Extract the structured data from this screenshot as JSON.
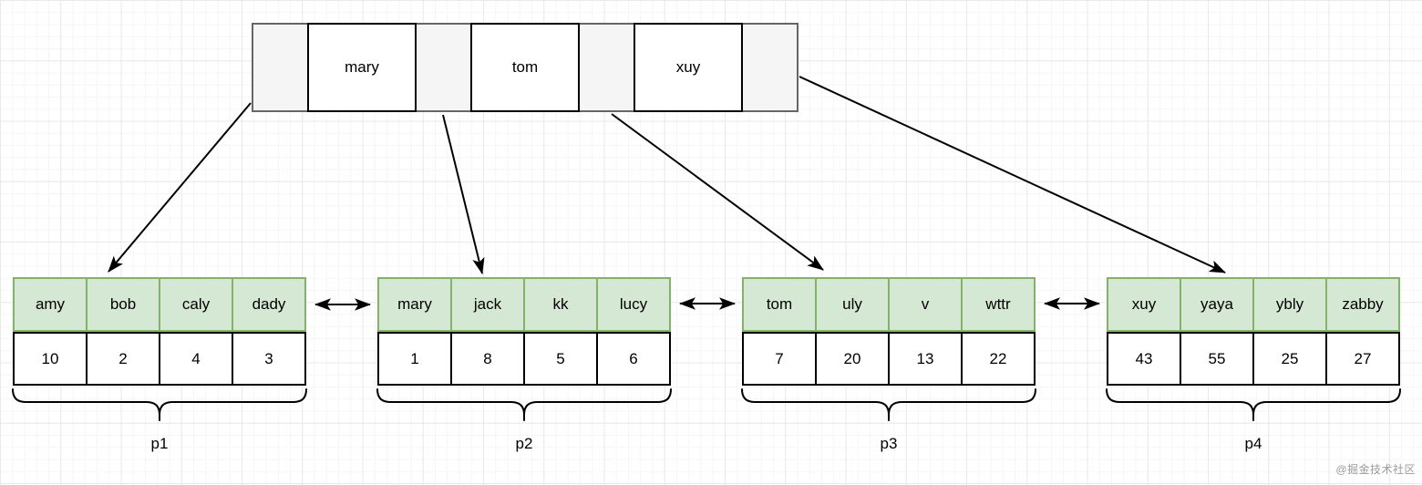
{
  "diagram": {
    "type": "b-plus-tree-index-with-linked-leaf-pages",
    "index_node": {
      "keys": [
        "mary",
        "tom",
        "xuy"
      ]
    },
    "pages": [
      {
        "label": "p1",
        "names": [
          "amy",
          "bob",
          "caly",
          "dady"
        ],
        "values": [
          "10",
          "2",
          "4",
          "3"
        ]
      },
      {
        "label": "p2",
        "names": [
          "mary",
          "jack",
          "kk",
          "lucy"
        ],
        "values": [
          "1",
          "8",
          "5",
          "6"
        ]
      },
      {
        "label": "p3",
        "names": [
          "tom",
          "uly",
          "v",
          "wttr"
        ],
        "values": [
          "7",
          "20",
          "13",
          "22"
        ]
      },
      {
        "label": "p4",
        "names": [
          "xuy",
          "yaya",
          "ybly",
          "zabby"
        ],
        "values": [
          "43",
          "55",
          "25",
          "27"
        ]
      }
    ],
    "colors": {
      "leaf_header_fill": "#d5e8d4",
      "leaf_header_border": "#82b366",
      "pointer_cell_fill": "#f5f5f5",
      "pointer_cell_border": "#666666",
      "key_cell_border": "#000000",
      "arrow": "#000000"
    }
  },
  "watermark": "@掘金技术社区"
}
